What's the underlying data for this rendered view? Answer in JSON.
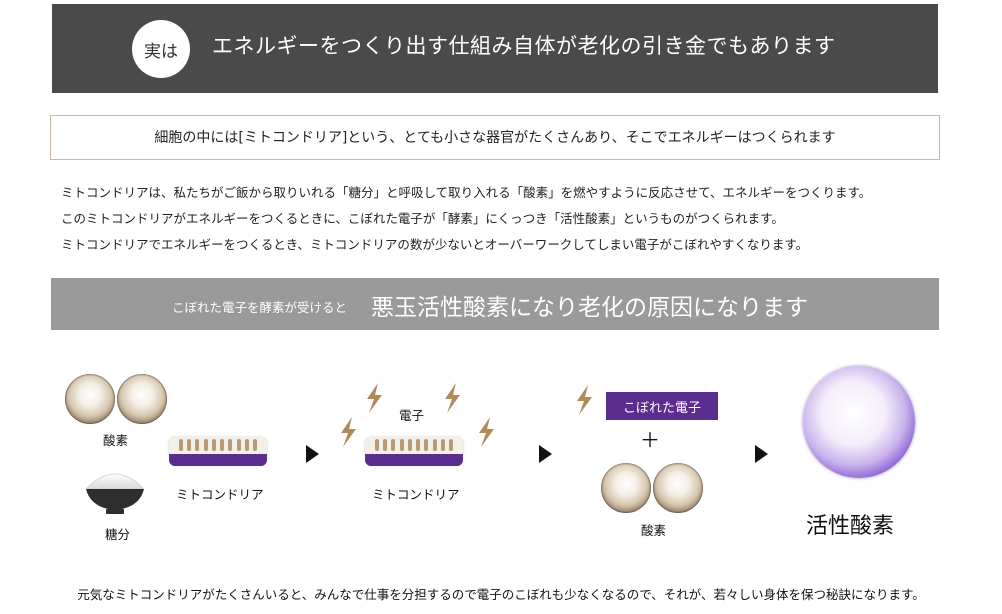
{
  "banner": {
    "badge": "実は",
    "title": "エネルギーをつくり出す仕組み自体が老化の引き金でもあります"
  },
  "box": {
    "text": "細胞の中には[ミトコンドリア]という、とても小さな器官がたくさんあり、そこでエネルギーはつくられます"
  },
  "paragraph": {
    "line1": "ミトコンドリアは、私たちがご飯から取りいれる「糖分」と呼吸して取り入れる「酸素」を燃やすように反応させて、エネルギーをつくります。",
    "line2": "このミトコンドリアがエネルギーをつくるときに、こぼれた電子が「酵素」にくっつき「活性酸素」というものがつくられます。",
    "line3": "ミトコンドリアでエネルギーをつくるとき、ミトコンドリアの数が少ないとオーバーワークしてしまい電子がこぼれやすくなります。"
  },
  "band": {
    "small": "こぼれた電子を酵素が受けると",
    "large": "悪玉活性酸素になり老化の原因になります"
  },
  "diagram": {
    "oxygen_label": "酸素",
    "sugar_label": "糖分",
    "mito_label_1": "ミトコンドリア",
    "electron_label": "電子",
    "mito_label_2": "ミトコンドリア",
    "spilled_tag": "こぼれた電子",
    "plus": "＋",
    "oxygen_label_2": "酸素",
    "active_oxygen": "活性酸素"
  },
  "footer": {
    "text": "元気なミトコンドリアがたくさんいると、みんなで仕事を分担するので電子のこぼれも少なくなるので、それが、若々しい身体を保つ秘訣になります。"
  },
  "colors": {
    "banner_bg": "#4a4a4a",
    "band_bg": "#9a9a9a",
    "purple": "#5b2d8e",
    "bolt": "#b08a5a"
  }
}
